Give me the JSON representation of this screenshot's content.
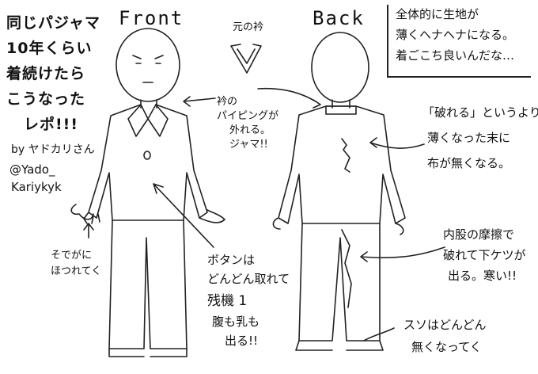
{
  "title": {
    "lines": [
      "同じパジャマ",
      "10年くらい",
      "着続けたら",
      "こうなった",
      "レポ!!!"
    ],
    "byline": "by ヤドカリさん",
    "handle_1": "@Yado_",
    "handle_2": "Kariykyk"
  },
  "labels": {
    "front": "Front",
    "back": "Back",
    "original_collar": "元の衿"
  },
  "notes": {
    "top_right": [
      "全体的に生地が",
      "薄くヘナヘナになる。",
      "着ごこち良いんだな…"
    ],
    "collar_piping": [
      "衿の",
      "パイピングが",
      "外れる。",
      "ジャマ!!"
    ],
    "torn": [
      "「破れる」というより",
      "薄くなった末に",
      "布が無くなる。"
    ],
    "thigh": [
      "内股の摩擦で",
      "破れて下ケツが",
      "出る。寒い!!"
    ],
    "sleeve": [
      "そでがに",
      "ほつれてく"
    ],
    "buttons": [
      "ボタンは",
      "どんどん取れて",
      "残機 1",
      "腹も乳も",
      "出る!!"
    ],
    "hem": [
      "スソはどんどん",
      "無くなってく"
    ]
  }
}
